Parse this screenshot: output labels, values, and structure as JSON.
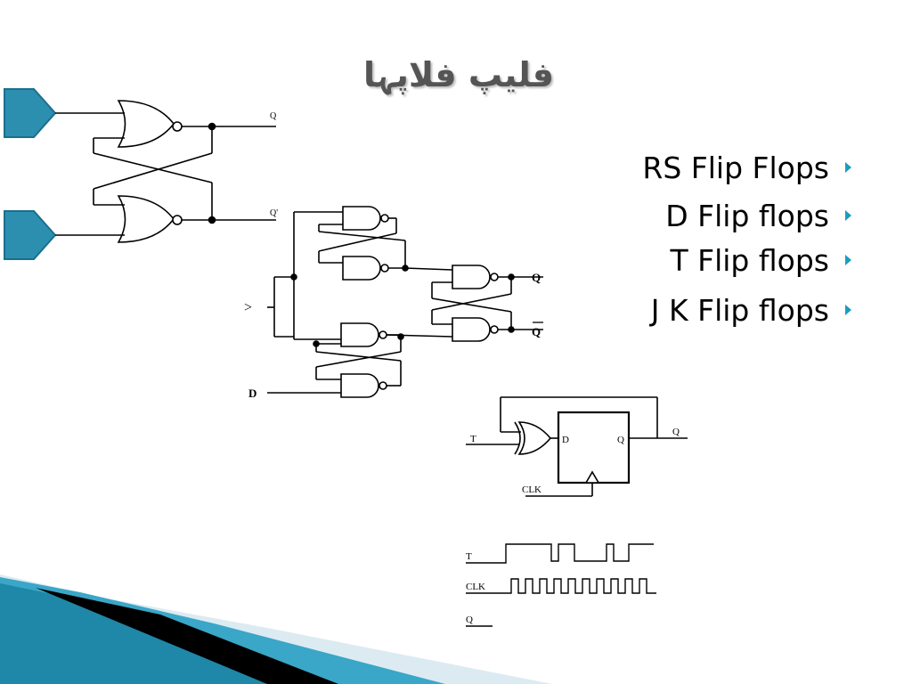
{
  "slide": {
    "title": "فلیپ فلاپہا",
    "bullets": [
      {
        "label": "RS Flip Flops"
      },
      {
        "label": "D Flip flops"
      },
      {
        "label": "T Flip flops"
      },
      {
        "label": "J K Flip flops"
      }
    ]
  },
  "rs_latch": {
    "output_q": "Q",
    "output_qbar": "Q'"
  },
  "d_flipflop": {
    "output_q": "Q",
    "output_qbar": "Q",
    "input_d": "D",
    "clock_symbol": ">"
  },
  "t_flipflop": {
    "input_t": "T",
    "pin_d": "D",
    "pin_q": "Q",
    "output_q": "Q",
    "clock": "CLK"
  },
  "timing": {
    "signal_t": "T",
    "signal_clk": "CLK",
    "signal_q": "Q"
  },
  "colors": {
    "accent": "#1e9bc0",
    "pentagon_fill": "#2c8fb0",
    "pentagon_stroke": "#1b6f8c",
    "wedge_dark": "#000000",
    "wedge_blue": "#1f87a8",
    "wedge_light": "#dcebf2"
  }
}
